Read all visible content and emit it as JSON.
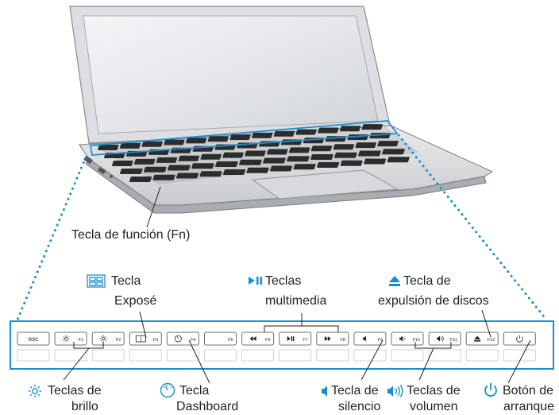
{
  "labels": {
    "fn_key": "Tecla de función (Fn)",
    "expose_line1": "Tecla",
    "expose_line2": "Exposé",
    "media_line1": "Teclas",
    "media_line2": "multimedia",
    "eject_line1": "Tecla de",
    "eject_line2": "expulsión de discos",
    "brightness_line1": "Teclas de",
    "brightness_line2": "brillo",
    "dashboard_line1": "Tecla",
    "dashboard_line2": "Dashboard",
    "mute_line1": "Tecla de",
    "mute_line2": "silencio",
    "volume_line1": "Teclas de",
    "volume_line2": "volumen",
    "power_line1": "Botón de",
    "power_line2": "arranque"
  },
  "keys": {
    "esc": "esc",
    "f1": "F1",
    "f2": "F2",
    "f3": "F3",
    "f4": "F4",
    "f5": "F5",
    "f6": "F6",
    "f7": "F7",
    "f8": "F8",
    "f9": "F9",
    "f10": "F10",
    "f11": "F11",
    "f12": "F12"
  },
  "colors": {
    "accent": "#1a8fcf",
    "text": "#231f20",
    "key_outline": "#6d6e71"
  },
  "icons": [
    "brightness-icon",
    "expose-icon",
    "dashboard-icon",
    "play-pause-icon",
    "mute-icon",
    "volume-icon",
    "eject-icon",
    "power-icon"
  ]
}
